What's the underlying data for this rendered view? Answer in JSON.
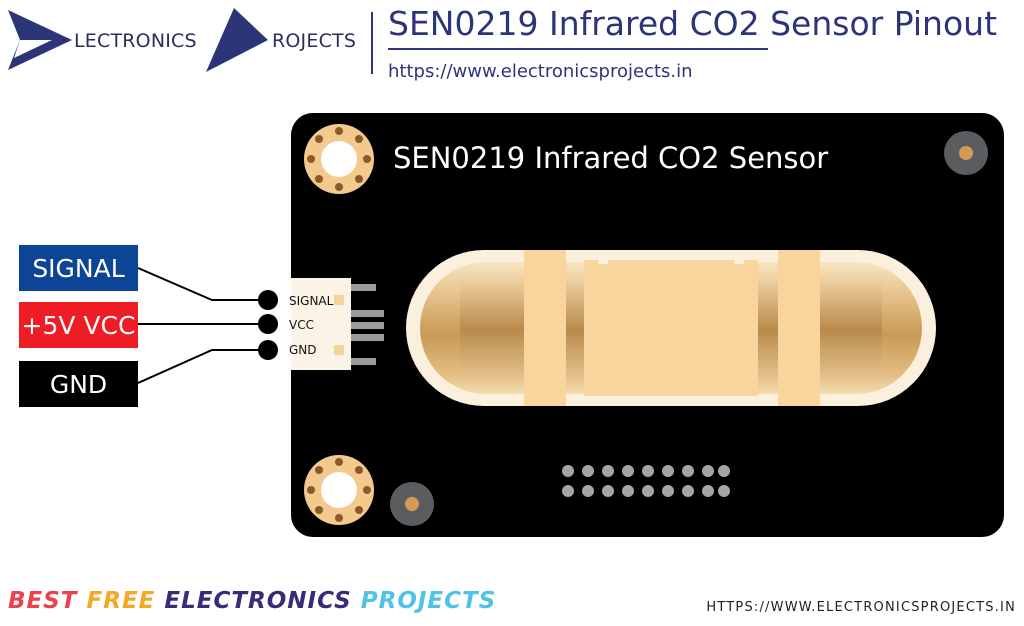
{
  "header": {
    "logo_word_1": "LECTRONICS",
    "logo_word_2": "ROJECTS",
    "title": "SEN0219 Infrared CO2 Sensor Pinout",
    "url": "https://www.electronicsprojects.in"
  },
  "board": {
    "title": "SEN0219 Infrared CO2 Sensor",
    "connector_pins": [
      "SIGNAL",
      "VCC",
      "GND"
    ]
  },
  "pin_labels": [
    {
      "text": "SIGNAL",
      "color": "#0c4595"
    },
    {
      "text": "+5V VCC",
      "color": "#ee1c25"
    },
    {
      "text": "GND",
      "color": "#000000"
    }
  ],
  "footer": {
    "brand_words": [
      {
        "text": "BEST",
        "color": "#e8434f"
      },
      {
        "text": "FREE",
        "color": "#f4a823"
      },
      {
        "text": "ELECTRONICS",
        "color": "#3a2a78"
      },
      {
        "text": "PROJECTS",
        "color": "#4fc3e6"
      }
    ],
    "url": "HTTPS://WWW.ELECTRONICSPROJECTS.IN"
  }
}
